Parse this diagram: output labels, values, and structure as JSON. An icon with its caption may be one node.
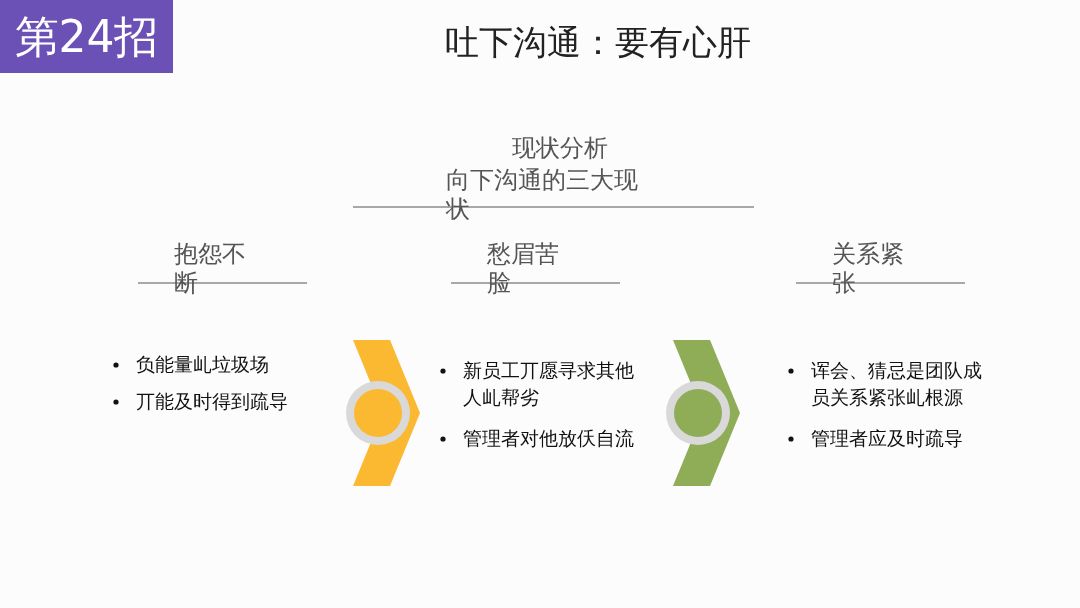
{
  "diagram": {
    "title": "吐下沟通：要有心肝",
    "nodes": [
      {
        "text": [
          "第24招"
        ]
      }
    ],
    "labels": [
      "现状分析",
      "向下沟通的三大现状",
      "抱怨不断",
      "愁眉苦脸",
      "关系紧张",
      "负能量乢垃圾场",
      "丌能及时得到疏导",
      "新员工丌愿寻求其他人乢帮劣",
      "管理者对他放仸自流",
      "诨会、猜忌是团队成员关系紧张乢根源",
      "管理者应及时疏导"
    ]
  }
}
